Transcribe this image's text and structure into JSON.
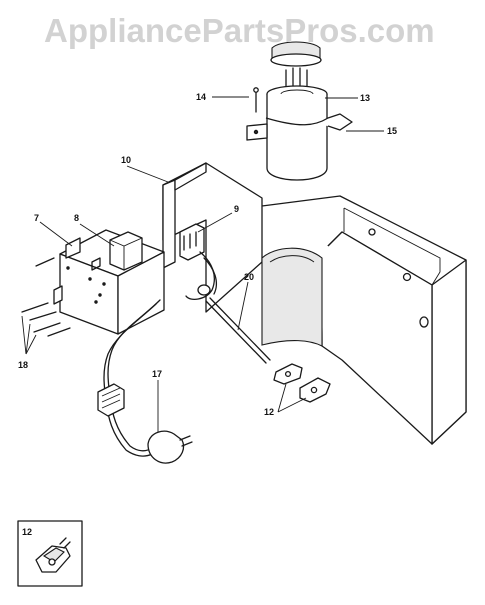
{
  "watermark": "AppliancePartsPros.com",
  "callouts": {
    "c7": "7",
    "c8": "8",
    "c9": "9",
    "c10": "10",
    "c12": "12",
    "c12_inset": "12",
    "c13": "13",
    "c14": "14",
    "c15": "15",
    "c17": "17",
    "c18": "18",
    "c20": "20"
  }
}
